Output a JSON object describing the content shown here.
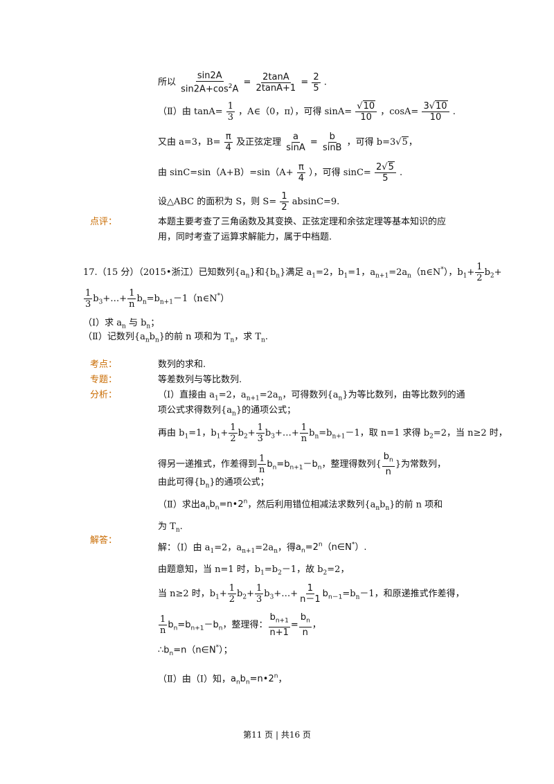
{
  "part2": {
    "l1": {
      "prefix": "所以",
      "n1": "sin2A",
      "d1": "sin2A+cos",
      "d1sup": "2",
      "d1tail": "A",
      "eq1": "=",
      "n2": "2tanA",
      "d2": "2tanA+1",
      "eq2": "=",
      "n3": "2",
      "d3": "5",
      "end": "."
    },
    "l2": {
      "a": "（Ⅱ）由 tanA=",
      "n1": "1",
      "d1": "3",
      "b": "，A∈（0，π），可得 sinA=",
      "n2r": "10",
      "d2": "10",
      "c": "，cosA=",
      "n3a": "3",
      "n3r": "10",
      "d3": "10",
      "end": "."
    },
    "l3": {
      "a": "又由 a=3，B=",
      "n1": "π",
      "d1": "4",
      "b": "及正弦定理",
      "n2": "a",
      "d2": "sinA",
      "eq": "=",
      "n3": "b",
      "d3": "sinB",
      "c": "，可得 b=3",
      "r": "5",
      "end": "，"
    },
    "l4": {
      "a": "由 sinC=sin（A+B）=sin（A+",
      "n1": "π",
      "d1": "4",
      "b": "），可得 sinC=",
      "n2a": "2",
      "n2r": "5",
      "d2": "5",
      "end": "."
    },
    "l5": {
      "a": "设△ABC 的面积为 S，则 S=",
      "n1": "1",
      "d1": "2",
      "b": "absinC=9."
    }
  },
  "review": {
    "label": "点评：",
    "l1": "本题主要考查了三角函数及其变换、正弦定理和余弦定理等基本知识的应",
    "l2": "用，同时考查了运算求解能力，属于中档题."
  },
  "q17": {
    "l1": {
      "a": "17.（15 分）（2015•浙江）已知数列{a",
      "as": "n",
      "b": "}和{b",
      "bs": "n",
      "c": "}满足 a",
      "c1": "1",
      "d": "=2，b",
      "d1": "1",
      "e": "=1，a",
      "e1": "n+1",
      "f": "=2a",
      "f1": "n",
      "g": "（n∈N",
      "gs": "*",
      "h": "），b",
      "h1": "1",
      "i": "+",
      "n1": "1",
      "d1n": "2",
      "j": "b",
      "j1": "2",
      "k": "+"
    },
    "l2": {
      "n1": "1",
      "d1": "3",
      "a": "b",
      "a1": "3",
      "b": "+…+",
      "n2": "1",
      "d2": "n",
      "c": "b",
      "c1": "n",
      "d": "=b",
      "d1s": "n+1",
      "e": "－1（n∈N",
      "es": "*",
      "f": "）"
    },
    "l3": {
      "a": "（Ⅰ）求 a",
      "a1": "n",
      "b": " 与 b",
      "b1": "n",
      "c": "；"
    },
    "l4": {
      "a": "（Ⅱ）记数列{a",
      "a1": "n",
      "b": "b",
      "b1": "n",
      "c": "}的前 n 项和为 T",
      "c1": "n",
      "d": "，求 T",
      "d1": "n",
      "e": "."
    }
  },
  "labels": {
    "kaodian": "考点：",
    "zhuanti": "专题：",
    "fenxi": "分析：",
    "jieda": "解答："
  },
  "kaodian": "数列的求和.",
  "zhuanti": "等差数列与等比数列.",
  "fenxi": {
    "l1": {
      "a": "（Ⅰ）直接由 a",
      "a1": "1",
      "b": "=2，a",
      "b1": "n+1",
      "c": "=2a",
      "c1": "n",
      "d": "，可得数列{a",
      "d1": "n",
      "e": "}为等比数列，由等比数列的通"
    },
    "l2": {
      "a": "项公式求得数列{a",
      "a1": "n",
      "b": "}的通项公式；"
    },
    "l3": {
      "a": "再由 b",
      "a1": "1",
      "b": "=1，b",
      "b1": "1",
      "c": "+",
      "n1": "1",
      "d1": "2",
      "d": "b",
      "d2": "2",
      "e": "+",
      "n2": "1",
      "d3": "3",
      "f": "b",
      "f1": "3",
      "g": "+…+",
      "n3": "1",
      "d4": "n",
      "h": "b",
      "h1": "n",
      "i": "=b",
      "i1": "n+1",
      "j": "－1，取 n=1 求得 b",
      "j1": "2",
      "k": "=2，当 n≥2 时，"
    },
    "l4": {
      "a": "得另一递推式，作差得到",
      "n1": "1",
      "d1": "n",
      "b": "b",
      "b1": "n",
      "c": "=b",
      "c1": "n+1",
      "d": "－b",
      "e": "，整理得数列{",
      "n2": "b",
      "n2s": "n",
      "d2": "n",
      "f": "}为常数列，"
    },
    "l5": {
      "a": "由此可得{b",
      "a1": "n",
      "b": "}的通项公式；"
    },
    "l6": {
      "a": "（Ⅱ）求出",
      "b": "a",
      "b1": "n",
      "c": "b",
      "c1": "n",
      "d": "=n•2",
      "d1": "n",
      "e": "，然后利用错位相减法求数列{a",
      "e1": "n",
      "f": "b",
      "f1": "n",
      "g": "}的前 n 项和"
    },
    "l7": {
      "a": "为 T",
      "a1": "n",
      "b": "."
    }
  },
  "jieda": {
    "l1": {
      "a": "解：（Ⅰ）由 a",
      "a1": "1",
      "b": "=2，a",
      "b1": "n+1",
      "c": "=2a",
      "c1": "n",
      "d": "，得",
      "e": "a",
      "e1": "n",
      "f": "=2",
      "f1": "n",
      "g": "（n∈N",
      "g1": "*",
      "h": "）."
    },
    "l2": {
      "a": "由题意知，当 n=1 时，b",
      "a1": "1",
      "b": "=b",
      "b1": "2",
      "c": "－1，故 b",
      "c1": "2",
      "d": "=2，"
    },
    "l3": {
      "a": "当 n≥2 时，b",
      "a1": "1",
      "b": "+",
      "n1": "1",
      "d1": "2",
      "c": "b",
      "c1": "2",
      "d": "+",
      "n2": "1",
      "d2": "3",
      "e": "b",
      "e1": "3",
      "f": "+…+",
      "n3": "1",
      "d3": "n－1",
      "g": "b",
      "g1": "n－1",
      "h": "=b",
      "h1": "n",
      "i": "－1，和原递推式作差得，"
    },
    "l4": {
      "n1": "1",
      "d1": "n",
      "a": "b",
      "a1": "n",
      "b": "=b",
      "b1": "n+1",
      "c": "－b",
      "c1": "n",
      "d": "，整理得：",
      "n2": "b",
      "n2s": "n+1",
      "d2": "n+1",
      "e": "=",
      "n3": "b",
      "n3s": "n",
      "d3": "n",
      "f": "，"
    },
    "l5": {
      "a": "∴b",
      "a1": "n",
      "b": "=n（n∈N",
      "b1": "*",
      "c": "）；"
    },
    "l6": {
      "a": "（Ⅱ）由（Ⅰ）知，",
      "b": "a",
      "b1": "n",
      "c": "b",
      "c1": "n",
      "d": "=n•2",
      "d1": "n",
      "e": "，"
    }
  },
  "footer": {
    "text": "第11 页  |  共16 页"
  }
}
